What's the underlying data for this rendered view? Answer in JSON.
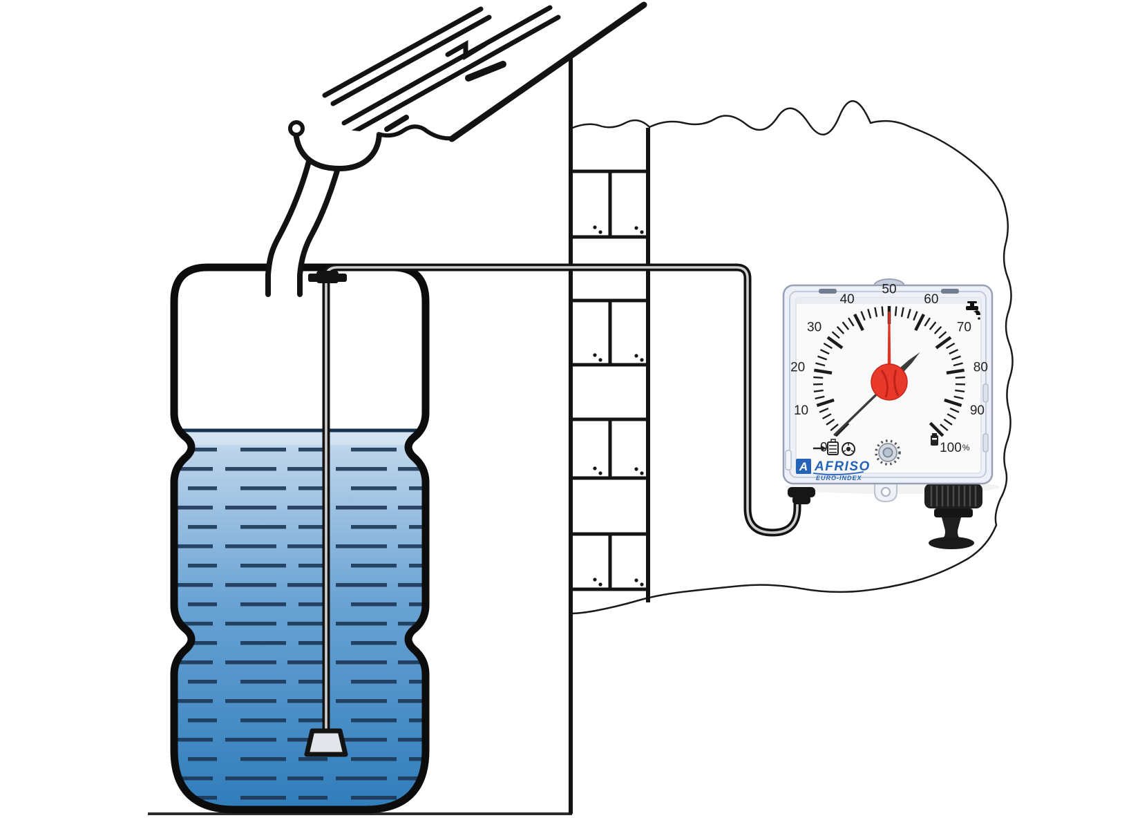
{
  "gauge": {
    "brand": "AFRISO",
    "brand_initial": "A",
    "brand_sub": "EURO-INDEX",
    "unit": "%",
    "scale": {
      "min": 0,
      "max": 100,
      "major_step": 10,
      "minor_step": 2,
      "start_angle_deg": 225,
      "end_angle_deg": -45,
      "labels": [
        "0",
        "10",
        "20",
        "30",
        "40",
        "50",
        "60",
        "70",
        "80",
        "90",
        "100%"
      ]
    },
    "reading": {
      "red_needle_value": 50,
      "drag_pointer_value": 67
    },
    "colors": {
      "needle_red": "#e23222",
      "hub_red": "#e8392a",
      "drag_pointer": "#3b3b3b",
      "tick": "#1b1b1b",
      "label": "#222222",
      "logo_blue": "#2563b8",
      "frame": "#edf0f6",
      "face": "#f9faf9"
    },
    "icons": [
      "faucet-icon",
      "full-indicator-icon",
      "empty-indicator-icon",
      "seal-icon",
      "zero-adjust-knob",
      "hanging-lug",
      "hose-connector",
      "mounting-tab",
      "pump-button"
    ]
  },
  "scene": {
    "line_color": "#131313",
    "water_color_top": "#c8dbee",
    "water_color_mid": "#5d9bd0",
    "water_color_bottom": "#2f7cba"
  }
}
